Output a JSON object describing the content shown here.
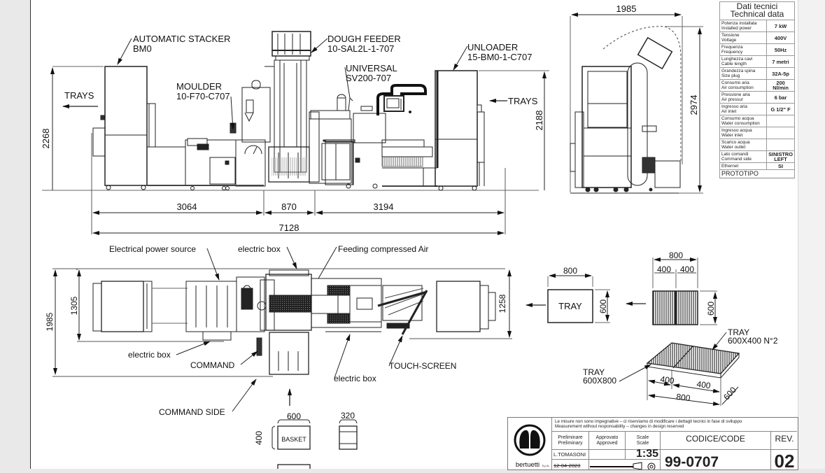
{
  "drawing": {
    "component_labels": [
      {
        "id": "stacker",
        "line1": "AUTOMATIC STACKER",
        "line2": "BM0"
      },
      {
        "id": "dough-feeder",
        "line1": "DOUGH FEEDER",
        "line2": "10-SAL2L-1-707"
      },
      {
        "id": "universal",
        "line1": "UNIVERSAL",
        "line2": "SV200-707"
      },
      {
        "id": "unloader",
        "line1": "UNLOADER",
        "line2": "15-BM0-1-C707"
      },
      {
        "id": "moulder",
        "line1": "MOULDER",
        "line2": "10-F70-C707"
      }
    ],
    "flow_labels": {
      "trays_left": "TRAYS",
      "trays_right": "TRAYS"
    },
    "front_view_dims": {
      "height_left": "2268",
      "height_right": "2188",
      "seg1": "3064",
      "seg2": "870",
      "seg3": "3194",
      "total": "7128"
    },
    "side_view_dims": {
      "width": "1985",
      "height": "2974"
    },
    "plan_labels": {
      "power_source": "Electrical power source",
      "electric_box_top": "electric box",
      "compressed_air": "Feeding compressed Air",
      "electric_box_left": "electric box",
      "command": "COMMAND",
      "touch_screen": "TOUCH-SCREEN",
      "electric_box_bottom": "electric box",
      "command_side": "COMMAND SIDE"
    },
    "plan_dims": {
      "outer_width": "1985",
      "inner_left": "1305",
      "inner_right": "1258"
    },
    "tray_details": {
      "tray_label": "TRAY",
      "tray_width": "800",
      "tray_depth": "600",
      "split_total": "800",
      "split_a": "400",
      "split_b": "400",
      "split_depth": "600",
      "iso_tray_600x400": "TRAY",
      "iso_tray_600x400_sub": "600X400 N°2",
      "iso_tray_600x800": "TRAY",
      "iso_tray_600x800_sub": "600X800",
      "iso_a": "400",
      "iso_b": "400",
      "iso_total": "800",
      "iso_depth": "600"
    },
    "basket": {
      "label": "BASKET",
      "width": "600",
      "height": "400",
      "side_width": "320"
    }
  },
  "technical_data": {
    "title_it": "Dati tecnici",
    "title_en": "Technical data",
    "rows": [
      {
        "it": "Potenza installata",
        "en": "Installed power",
        "value": "7 kW"
      },
      {
        "it": "Tensione",
        "en": "Voltage",
        "value": "400V"
      },
      {
        "it": "Frequenza",
        "en": "Frequency",
        "value": "50Hz"
      },
      {
        "it": "Lunghezza cavi",
        "en": "Cable length",
        "value": "7 metri"
      },
      {
        "it": "Grandezza spina",
        "en": "Size plug",
        "value": "32A-5p"
      },
      {
        "it": "Consumo aria",
        "en": "Air consumption",
        "value": "200 Nl/min"
      },
      {
        "it": "Pressione aria",
        "en": "Air pressur",
        "value": "6 bar"
      },
      {
        "it": "Ingresso aria",
        "en": "Air inlet",
        "value": "G 1/2\" F"
      },
      {
        "it": "Consumo acqua",
        "en": "Water consumption",
        "value": ""
      },
      {
        "it": "Ingresso acqua",
        "en": "Water inlet",
        "value": ""
      },
      {
        "it": "Scarico acqua",
        "en": "Water outlet",
        "value": ""
      },
      {
        "it": "Lato comandi",
        "en": "Command side",
        "value": "SINISTRO LEFT"
      },
      {
        "it": "Ethernet",
        "en": "",
        "value": "SI"
      }
    ],
    "footer": "PROTOTIPO"
  },
  "title_block": {
    "company": "bertuetti",
    "company_suffix": "S.p.A.",
    "disclaimer_it": "Le misure non sono impegnative – ci riserviamo di modificare i dettagli tecnici in fase di sviluppo",
    "disclaimer_en": "Measurement without responsability – changes in design reserved",
    "prelim_label_it": "Preliminare",
    "prelim_label_en": "Preliminary",
    "approved_label_it": "Approvato",
    "approved_label_en": "Approved",
    "scale_label_it": "Scale",
    "scale_label_en": "Scale",
    "code_label": "CODICE/CODE",
    "rev_label": "REV.",
    "prelim_value": "L.TOMASONI",
    "date_value": "12-04-2023",
    "scale_value": "1:35",
    "code_value": "99-0707",
    "rev_value": "02"
  },
  "colors": {
    "ink": "#111111",
    "paper": "#ffffff",
    "gutter": "#e9e9e9"
  }
}
